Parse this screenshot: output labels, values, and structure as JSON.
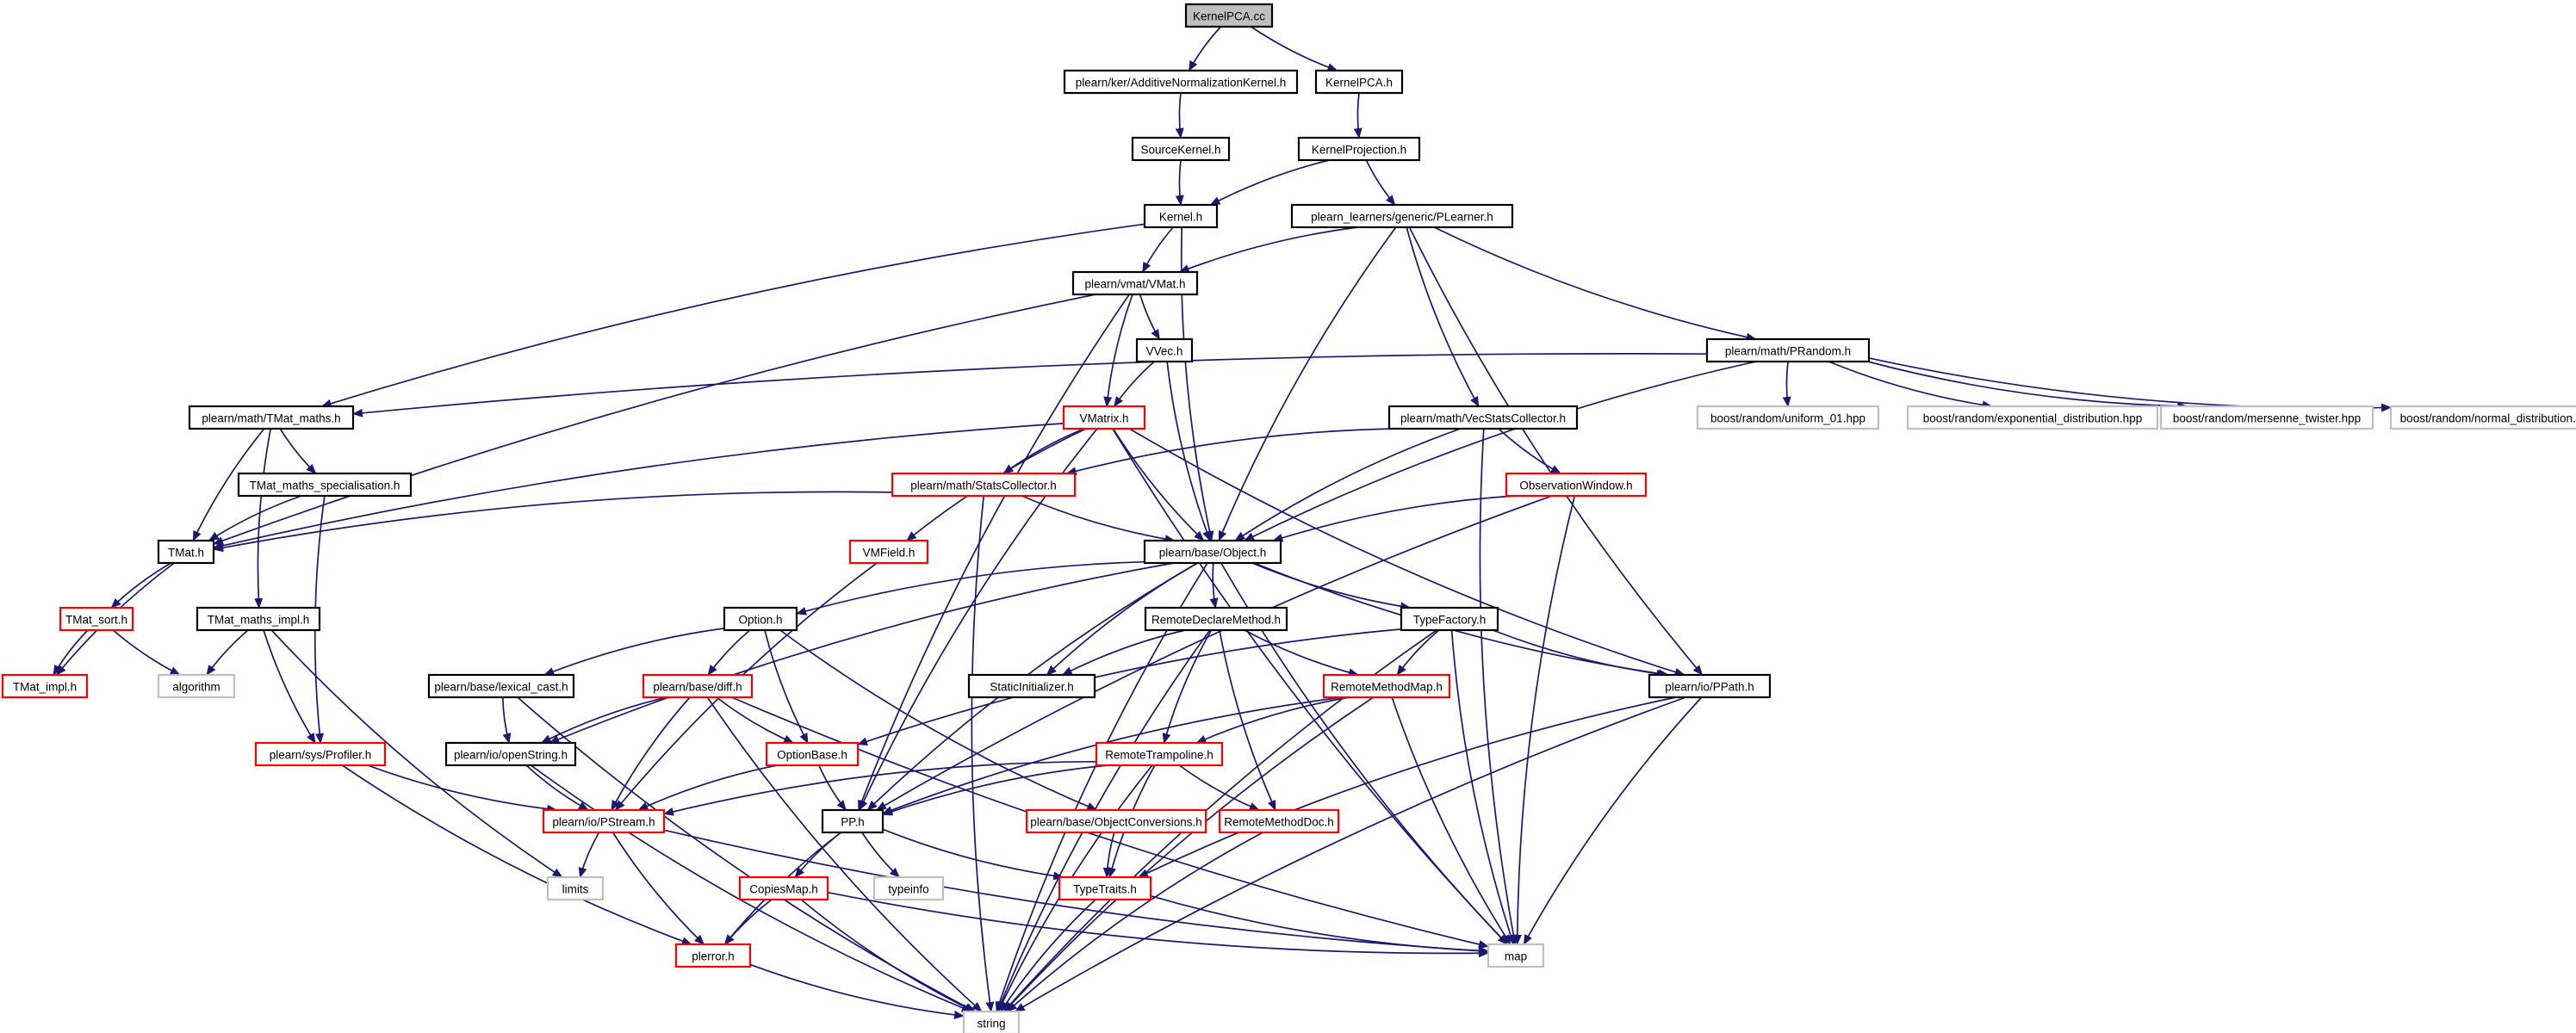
{
  "colors": {
    "edge": "#191970",
    "border_normal": "#000000",
    "border_red": "#ff0000",
    "border_gray": "#bfbfbf",
    "fill_root": "#bfbfbf",
    "fill_default": "#ffffff"
  },
  "nodes": [
    {
      "id": "kernelpca_cc",
      "label": "KernelPCA.cc",
      "style": "root"
    },
    {
      "id": "additive",
      "label": "plearn/ker/AdditiveNormalizationKernel.h",
      "style": "normal"
    },
    {
      "id": "kernelpca_h",
      "label": "KernelPCA.h",
      "style": "normal"
    },
    {
      "id": "sourcekernel",
      "label": "SourceKernel.h",
      "style": "normal"
    },
    {
      "id": "kernelprojection",
      "label": "KernelProjection.h",
      "style": "normal"
    },
    {
      "id": "kernel",
      "label": "Kernel.h",
      "style": "normal"
    },
    {
      "id": "plearner",
      "label": "plearn_learners/generic/PLearner.h",
      "style": "normal"
    },
    {
      "id": "vmat",
      "label": "plearn/vmat/VMat.h",
      "style": "normal"
    },
    {
      "id": "vvec",
      "label": "VVec.h",
      "style": "normal"
    },
    {
      "id": "prandom",
      "label": "plearn/math/PRandom.h",
      "style": "normal"
    },
    {
      "id": "tmat_maths",
      "label": "plearn/math/TMat_maths.h",
      "style": "normal"
    },
    {
      "id": "vmatrix",
      "label": "VMatrix.h",
      "style": "red"
    },
    {
      "id": "vecstats",
      "label": "plearn/math/VecStatsCollector.h",
      "style": "normal"
    },
    {
      "id": "uniform01",
      "label": "boost/random/uniform_01.hpp",
      "style": "gray"
    },
    {
      "id": "exponential",
      "label": "boost/random/exponential_distribution.hpp",
      "style": "gray"
    },
    {
      "id": "mersenne",
      "label": "boost/random/mersenne_twister.hpp",
      "style": "gray"
    },
    {
      "id": "normal_dist",
      "label": "boost/random/normal_distribution.hpp",
      "style": "gray"
    },
    {
      "id": "tmat_spec",
      "label": "TMat_maths_specialisation.h",
      "style": "normal"
    },
    {
      "id": "statscollector",
      "label": "plearn/math/StatsCollector.h",
      "style": "red"
    },
    {
      "id": "obswindow",
      "label": "ObservationWindow.h",
      "style": "red"
    },
    {
      "id": "tmat",
      "label": "TMat.h",
      "style": "normal"
    },
    {
      "id": "vmfield",
      "label": "VMField.h",
      "style": "red"
    },
    {
      "id": "object",
      "label": "plearn/base/Object.h",
      "style": "normal"
    },
    {
      "id": "tmat_sort",
      "label": "TMat_sort.h",
      "style": "red"
    },
    {
      "id": "tmat_maths_impl",
      "label": "TMat_maths_impl.h",
      "style": "normal"
    },
    {
      "id": "option",
      "label": "Option.h",
      "style": "normal"
    },
    {
      "id": "remotedeclare",
      "label": "RemoteDeclareMethod.h",
      "style": "normal"
    },
    {
      "id": "typefactory",
      "label": "TypeFactory.h",
      "style": "normal"
    },
    {
      "id": "tmat_impl",
      "label": "TMat_impl.h",
      "style": "red"
    },
    {
      "id": "algorithm",
      "label": "algorithm",
      "style": "gray"
    },
    {
      "id": "lexical_cast",
      "label": "plearn/base/lexical_cast.h",
      "style": "normal"
    },
    {
      "id": "diff",
      "label": "plearn/base/diff.h",
      "style": "red"
    },
    {
      "id": "staticinit",
      "label": "StaticInitializer.h",
      "style": "normal"
    },
    {
      "id": "remotemethodmap",
      "label": "RemoteMethodMap.h",
      "style": "red"
    },
    {
      "id": "ppath",
      "label": "plearn/io/PPath.h",
      "style": "normal"
    },
    {
      "id": "profiler",
      "label": "plearn/sys/Profiler.h",
      "style": "red"
    },
    {
      "id": "openstring",
      "label": "plearn/io/openString.h",
      "style": "normal"
    },
    {
      "id": "optionbase",
      "label": "OptionBase.h",
      "style": "red"
    },
    {
      "id": "remotetrampoline",
      "label": "RemoteTrampoline.h",
      "style": "red"
    },
    {
      "id": "pstream",
      "label": "plearn/io/PStream.h",
      "style": "red"
    },
    {
      "id": "pp",
      "label": "PP.h",
      "style": "normal"
    },
    {
      "id": "objconv",
      "label": "plearn/base/ObjectConversions.h",
      "style": "red"
    },
    {
      "id": "remotemethoddoc",
      "label": "RemoteMethodDoc.h",
      "style": "red"
    },
    {
      "id": "limits",
      "label": "limits",
      "style": "gray"
    },
    {
      "id": "copiesmap",
      "label": "CopiesMap.h",
      "style": "red"
    },
    {
      "id": "typeinfo",
      "label": "typeinfo",
      "style": "gray"
    },
    {
      "id": "typetraits",
      "label": "TypeTraits.h",
      "style": "red"
    },
    {
      "id": "map",
      "label": "map",
      "style": "gray"
    },
    {
      "id": "plerror",
      "label": "plerror.h",
      "style": "red"
    },
    {
      "id": "string",
      "label": "string",
      "style": "gray"
    }
  ],
  "edges": [
    [
      "kernelpca_cc",
      "additive"
    ],
    [
      "kernelpca_cc",
      "kernelpca_h"
    ],
    [
      "additive",
      "sourcekernel"
    ],
    [
      "kernelpca_h",
      "kernelprojection"
    ],
    [
      "sourcekernel",
      "kernel"
    ],
    [
      "kernelprojection",
      "kernel"
    ],
    [
      "kernelprojection",
      "plearner"
    ],
    [
      "kernel",
      "vmat"
    ],
    [
      "kernel",
      "tmat_maths"
    ],
    [
      "kernel",
      "object"
    ],
    [
      "plearner",
      "vmat"
    ],
    [
      "plearner",
      "prandom"
    ],
    [
      "plearner",
      "vecstats"
    ],
    [
      "plearner",
      "object"
    ],
    [
      "plearner",
      "ppath"
    ],
    [
      "vmat",
      "vvec"
    ],
    [
      "vmat",
      "vmatrix"
    ],
    [
      "vmat",
      "tmat"
    ],
    [
      "vmat",
      "pp"
    ],
    [
      "vvec",
      "vmatrix"
    ],
    [
      "vvec",
      "object"
    ],
    [
      "prandom",
      "tmat_maths"
    ],
    [
      "prandom",
      "uniform01"
    ],
    [
      "prandom",
      "exponential"
    ],
    [
      "prandom",
      "mersenne"
    ],
    [
      "prandom",
      "normal_dist"
    ],
    [
      "prandom",
      "object"
    ],
    [
      "tmat_maths",
      "tmat_spec"
    ],
    [
      "tmat_maths",
      "tmat"
    ],
    [
      "tmat_maths",
      "tmat_maths_impl"
    ],
    [
      "vmatrix",
      "statscollector"
    ],
    [
      "vmatrix",
      "vmfield"
    ],
    [
      "vmatrix",
      "object"
    ],
    [
      "vmatrix",
      "tmat"
    ],
    [
      "vmatrix",
      "pp"
    ],
    [
      "vmatrix",
      "ppath"
    ],
    [
      "vmatrix",
      "map"
    ],
    [
      "vecstats",
      "statscollector"
    ],
    [
      "vecstats",
      "obswindow"
    ],
    [
      "vecstats",
      "object"
    ],
    [
      "vecstats",
      "map"
    ],
    [
      "tmat_spec",
      "tmat"
    ],
    [
      "tmat_spec",
      "profiler"
    ],
    [
      "statscollector",
      "object"
    ],
    [
      "statscollector",
      "tmat"
    ],
    [
      "statscollector",
      "string"
    ],
    [
      "obswindow",
      "object"
    ],
    [
      "obswindow",
      "map"
    ],
    [
      "obswindow",
      "pp"
    ],
    [
      "tmat",
      "tmat_sort"
    ],
    [
      "tmat",
      "tmat_impl"
    ],
    [
      "vmfield",
      "pstream"
    ],
    [
      "object",
      "option"
    ],
    [
      "object",
      "remotedeclare"
    ],
    [
      "object",
      "typefactory"
    ],
    [
      "object",
      "staticinit"
    ],
    [
      "object",
      "ppath"
    ],
    [
      "object",
      "pp"
    ],
    [
      "object",
      "openstring"
    ],
    [
      "object",
      "map"
    ],
    [
      "object",
      "string"
    ],
    [
      "tmat_sort",
      "tmat_impl"
    ],
    [
      "tmat_sort",
      "algorithm"
    ],
    [
      "tmat_maths_impl",
      "algorithm"
    ],
    [
      "tmat_maths_impl",
      "profiler"
    ],
    [
      "tmat_maths_impl",
      "limits"
    ],
    [
      "option",
      "lexical_cast"
    ],
    [
      "option",
      "diff"
    ],
    [
      "option",
      "optionbase"
    ],
    [
      "option",
      "objconv"
    ],
    [
      "remotedeclare",
      "staticinit"
    ],
    [
      "remotedeclare",
      "remotemethodmap"
    ],
    [
      "remotedeclare",
      "remotetrampoline"
    ],
    [
      "remotedeclare",
      "remotemethoddoc"
    ],
    [
      "remotedeclare",
      "string"
    ],
    [
      "typefactory",
      "remotemethodmap"
    ],
    [
      "typefactory",
      "ppath"
    ],
    [
      "typefactory",
      "optionbase"
    ],
    [
      "typefactory",
      "map"
    ],
    [
      "typefactory",
      "string"
    ],
    [
      "lexical_cast",
      "openstring"
    ],
    [
      "lexical_cast",
      "string"
    ],
    [
      "diff",
      "openstring"
    ],
    [
      "diff",
      "pstream"
    ],
    [
      "diff",
      "optionbase"
    ],
    [
      "diff",
      "map"
    ],
    [
      "diff",
      "string"
    ],
    [
      "remotemethodmap",
      "remotetrampoline"
    ],
    [
      "remotemethodmap",
      "pp"
    ],
    [
      "remotemethodmap",
      "map"
    ],
    [
      "remotemethodmap",
      "string"
    ],
    [
      "ppath",
      "typetraits"
    ],
    [
      "ppath",
      "map"
    ],
    [
      "ppath",
      "string"
    ],
    [
      "profiler",
      "pstream"
    ],
    [
      "profiler",
      "plerror"
    ],
    [
      "openstring",
      "pstream"
    ],
    [
      "openstring",
      "string"
    ],
    [
      "optionbase",
      "pp"
    ],
    [
      "optionbase",
      "pstream"
    ],
    [
      "remotetrampoline",
      "pstream"
    ],
    [
      "remotetrampoline",
      "remotemethoddoc"
    ],
    [
      "remotetrampoline",
      "pp"
    ],
    [
      "remotetrampoline",
      "typetraits"
    ],
    [
      "remotetrampoline",
      "string"
    ],
    [
      "pstream",
      "limits"
    ],
    [
      "pstream",
      "plerror"
    ],
    [
      "pstream",
      "map"
    ],
    [
      "pp",
      "copiesmap"
    ],
    [
      "pp",
      "typeinfo"
    ],
    [
      "pp",
      "typetraits"
    ],
    [
      "pp",
      "plerror"
    ],
    [
      "objconv",
      "typetraits"
    ],
    [
      "remotemethoddoc",
      "string"
    ],
    [
      "copiesmap",
      "plerror"
    ],
    [
      "copiesmap",
      "map"
    ],
    [
      "copiesmap",
      "string"
    ],
    [
      "typetraits",
      "map"
    ],
    [
      "typetraits",
      "string"
    ],
    [
      "plerror",
      "string"
    ]
  ]
}
